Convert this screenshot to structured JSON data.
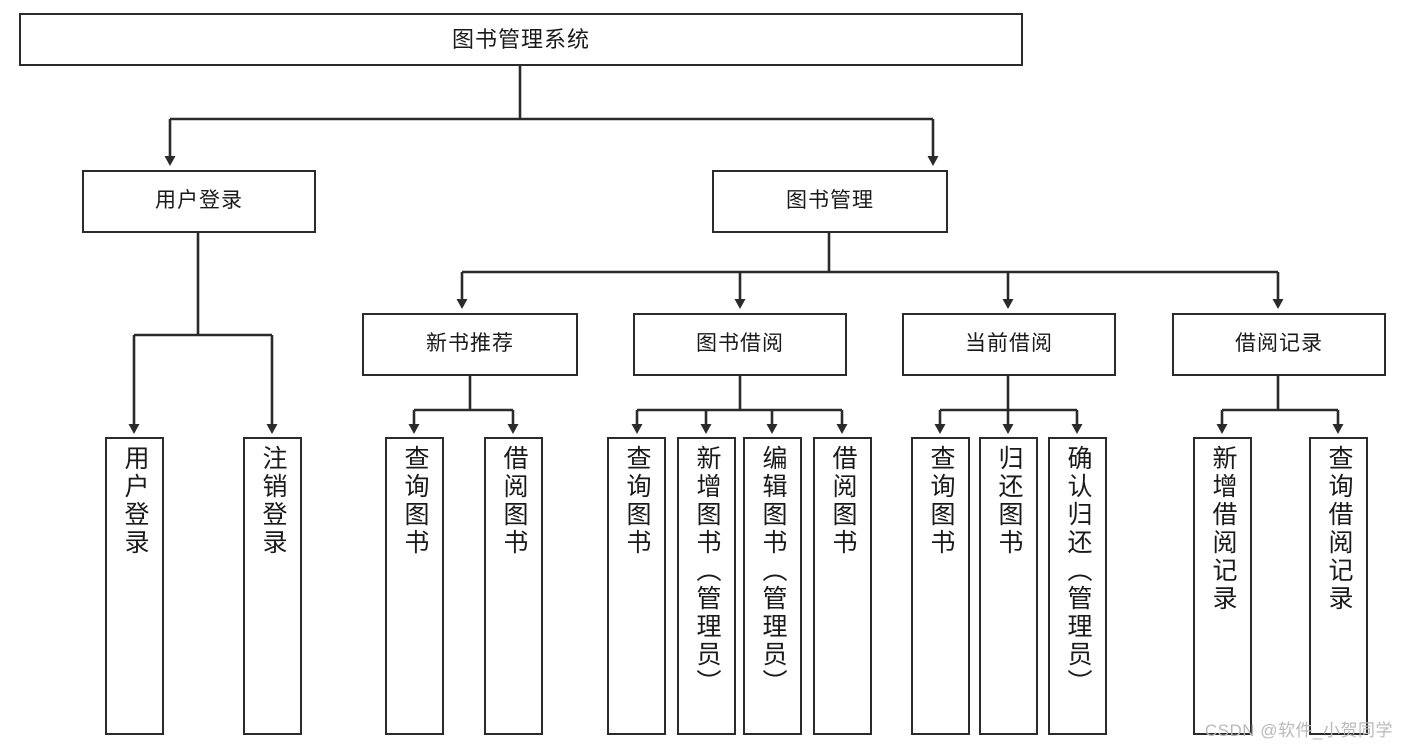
{
  "diagram": {
    "type": "tree",
    "title": "图书管理系统",
    "orientation": "top-down",
    "line_color": "#2b2b2b",
    "box_fill": "#ffffff",
    "text_color": "#1a1a1a",
    "root": {
      "label": "图书管理系统"
    },
    "level2": [
      {
        "label": "用户登录"
      },
      {
        "label": "图书管理"
      }
    ],
    "level3": [
      {
        "label": "新书推荐"
      },
      {
        "label": "图书借阅"
      },
      {
        "label": "当前借阅"
      },
      {
        "label": "借阅记录"
      }
    ],
    "leaves": {
      "user_login": [
        {
          "label": "用户登录"
        },
        {
          "label": "注销登录"
        }
      ],
      "new_book_recommend": [
        {
          "label": "查询图书"
        },
        {
          "label": "借阅图书"
        }
      ],
      "book_borrow": [
        {
          "label": "查询图书"
        },
        {
          "label": "新增图书（管理员）"
        },
        {
          "label": "编辑图书（管理员）"
        },
        {
          "label": "借阅图书"
        }
      ],
      "current_borrow": [
        {
          "label": "查询图书"
        },
        {
          "label": "归还图书"
        },
        {
          "label": "确认归还（管理员）"
        }
      ],
      "borrow_record": [
        {
          "label": "新增借阅记录"
        },
        {
          "label": "查询借阅记录"
        }
      ]
    }
  },
  "watermark": {
    "text": "CSDN @软件_小贺同学"
  }
}
